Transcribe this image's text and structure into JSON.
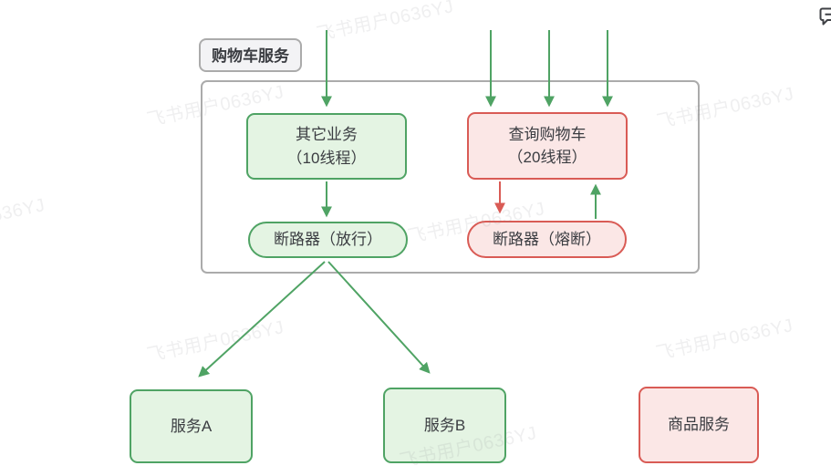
{
  "watermark": {
    "text": "飞书用户0636YJ"
  },
  "colors": {
    "green": "#4FA364",
    "green-fill": "#E4F4E3",
    "red": "#D95B55",
    "red-fill": "#FBE7E6",
    "gray": "#ABABAB",
    "label-bg": "#F3F3F5",
    "text": "#3A3C41",
    "watermark": "rgba(130,132,140,0.13)",
    "icon": "#3F4146"
  },
  "diagram": {
    "group_label": "购物车服务",
    "nodes": {
      "other_business": {
        "title": "其它业务",
        "subtitle": "（10线程）"
      },
      "query_cart": {
        "title": "查询购物车",
        "subtitle": "（20线程）"
      },
      "breaker_pass": {
        "label": "断路器（放行）"
      },
      "breaker_tripped": {
        "label": "断路器（熔断）"
      },
      "service_a": {
        "label": "服务A"
      },
      "service_b": {
        "label": "服务B"
      },
      "product_service": {
        "label": "商品服务"
      }
    }
  }
}
